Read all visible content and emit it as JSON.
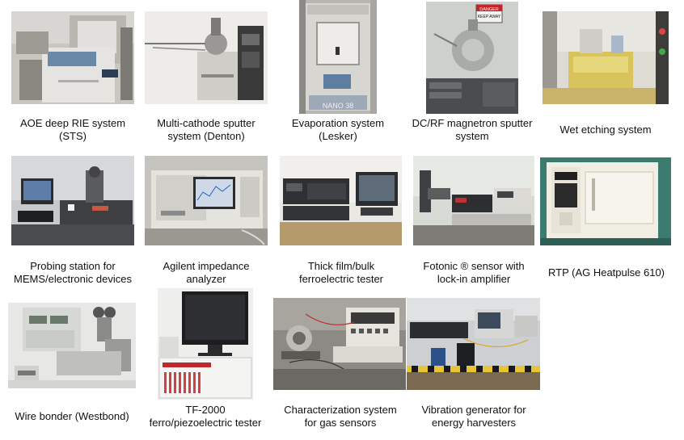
{
  "captions": {
    "c1": [
      "AOE deep RIE system",
      "(STS)"
    ],
    "c2": [
      "Multi-cathode sputter",
      "system (Denton)"
    ],
    "c3": [
      "Evaporation system",
      "(Lesker)"
    ],
    "c4": [
      "DC/RF magnetron sputter",
      "system"
    ],
    "c5": [
      "Wet etching system"
    ],
    "c6": [
      "Probing station for",
      "MEMS/electronic devices"
    ],
    "c7": [
      "Agilent impedance",
      "analyzer"
    ],
    "c8": [
      "Thick film/bulk",
      "ferroelectric tester"
    ],
    "c9": [
      "Fotonic ® sensor with",
      "lock-in amplifier"
    ],
    "c10": [
      "RTP (AG Heatpulse 610)"
    ],
    "c11": [
      "Wire bonder (Westbond)"
    ],
    "c12": [
      "TF-2000",
      "ferro/piezoelectric tester"
    ],
    "c13": [
      "Characterization system",
      "for gas sensors"
    ],
    "c14": [
      "Vibration generator for",
      "energy harvesters"
    ]
  },
  "photo_labels": {
    "nano": "NANO 38",
    "danger": "DANGER",
    "keep_away": "KEEP AWAY"
  }
}
